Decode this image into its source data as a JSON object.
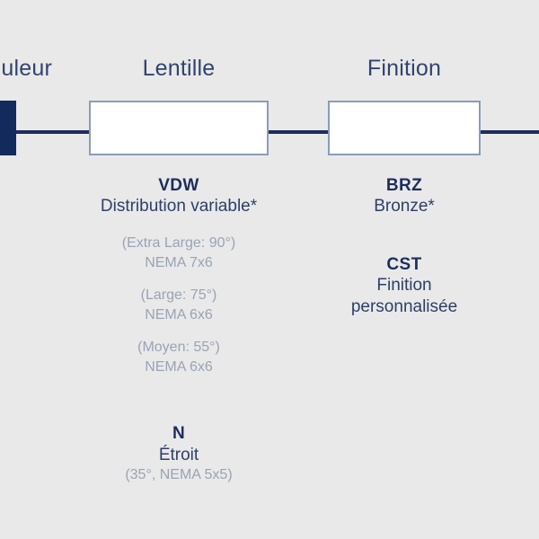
{
  "diagram": {
    "type": "product-configurator-nomenclature",
    "background_color": "#e9e9e9",
    "accent_navy": "#1d2d5c",
    "node_border_color": "#8a9cbb",
    "detail_gray": "#9aa3b5",
    "columns": [
      {
        "id": "couleur",
        "header": "uleur",
        "node_style": "filled",
        "options": []
      },
      {
        "id": "lentille",
        "header": "Lentille",
        "node_style": "outlined",
        "options": [
          {
            "code": "VDW",
            "name": "Distribution variable*",
            "details": [
              "(Extra Large: 90°)",
              "NEMA 7x6",
              "(Large: 75°)",
              "NEMA 6x6",
              "(Moyen: 55°)",
              "NEMA 6x6"
            ]
          },
          {
            "code": "N",
            "name": "Étroit",
            "details": [
              "(35°, NEMA 5x5)"
            ]
          }
        ]
      },
      {
        "id": "finition",
        "header": "Finition",
        "node_style": "outlined",
        "options": [
          {
            "code": "BRZ",
            "name": "Bronze*",
            "details": []
          },
          {
            "code": "CST",
            "name": "Finition",
            "name_line2": "personnalisée",
            "details": []
          }
        ]
      }
    ]
  }
}
